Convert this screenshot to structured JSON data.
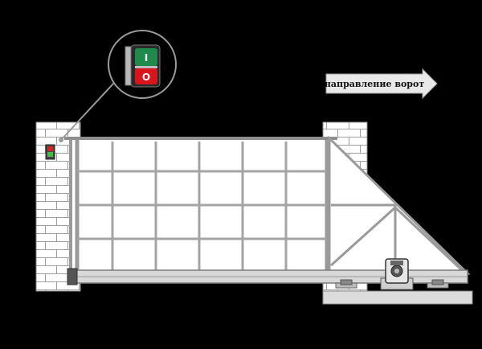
{
  "direction_label": "направление ворот",
  "push_button": {
    "top_symbol": "I",
    "bottom_symbol": "O",
    "top_color": "#1f8a4c",
    "bottom_color": "#d8141c"
  },
  "indicator_colors": {
    "top": "#e02020",
    "bottom": "#3cbf3c"
  },
  "colors": {
    "background": "#000000",
    "frame": "#9a9a9a",
    "panel": "#ffffff",
    "brick_line": "#9e9e9e"
  }
}
